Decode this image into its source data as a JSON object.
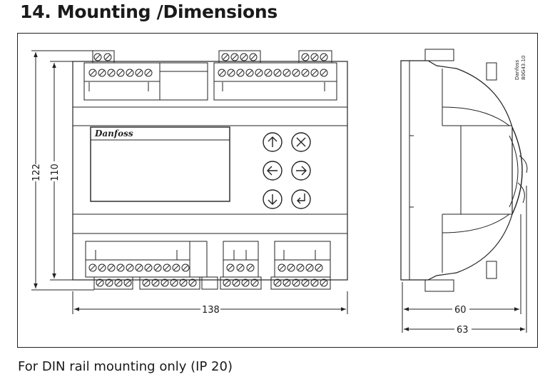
{
  "header": {
    "title": "14. Mounting /Dimensions"
  },
  "dimensions": {
    "height_total": "122",
    "height_inner": "110",
    "width_front": "138",
    "depth_inner": "60",
    "depth_total": "63"
  },
  "labels": {
    "brand": "Danfoss",
    "drawing_code": "80G43.10",
    "logo_text": "Danfoss"
  },
  "footer": {
    "caption": "For DIN rail mounting only (IP 20)"
  }
}
